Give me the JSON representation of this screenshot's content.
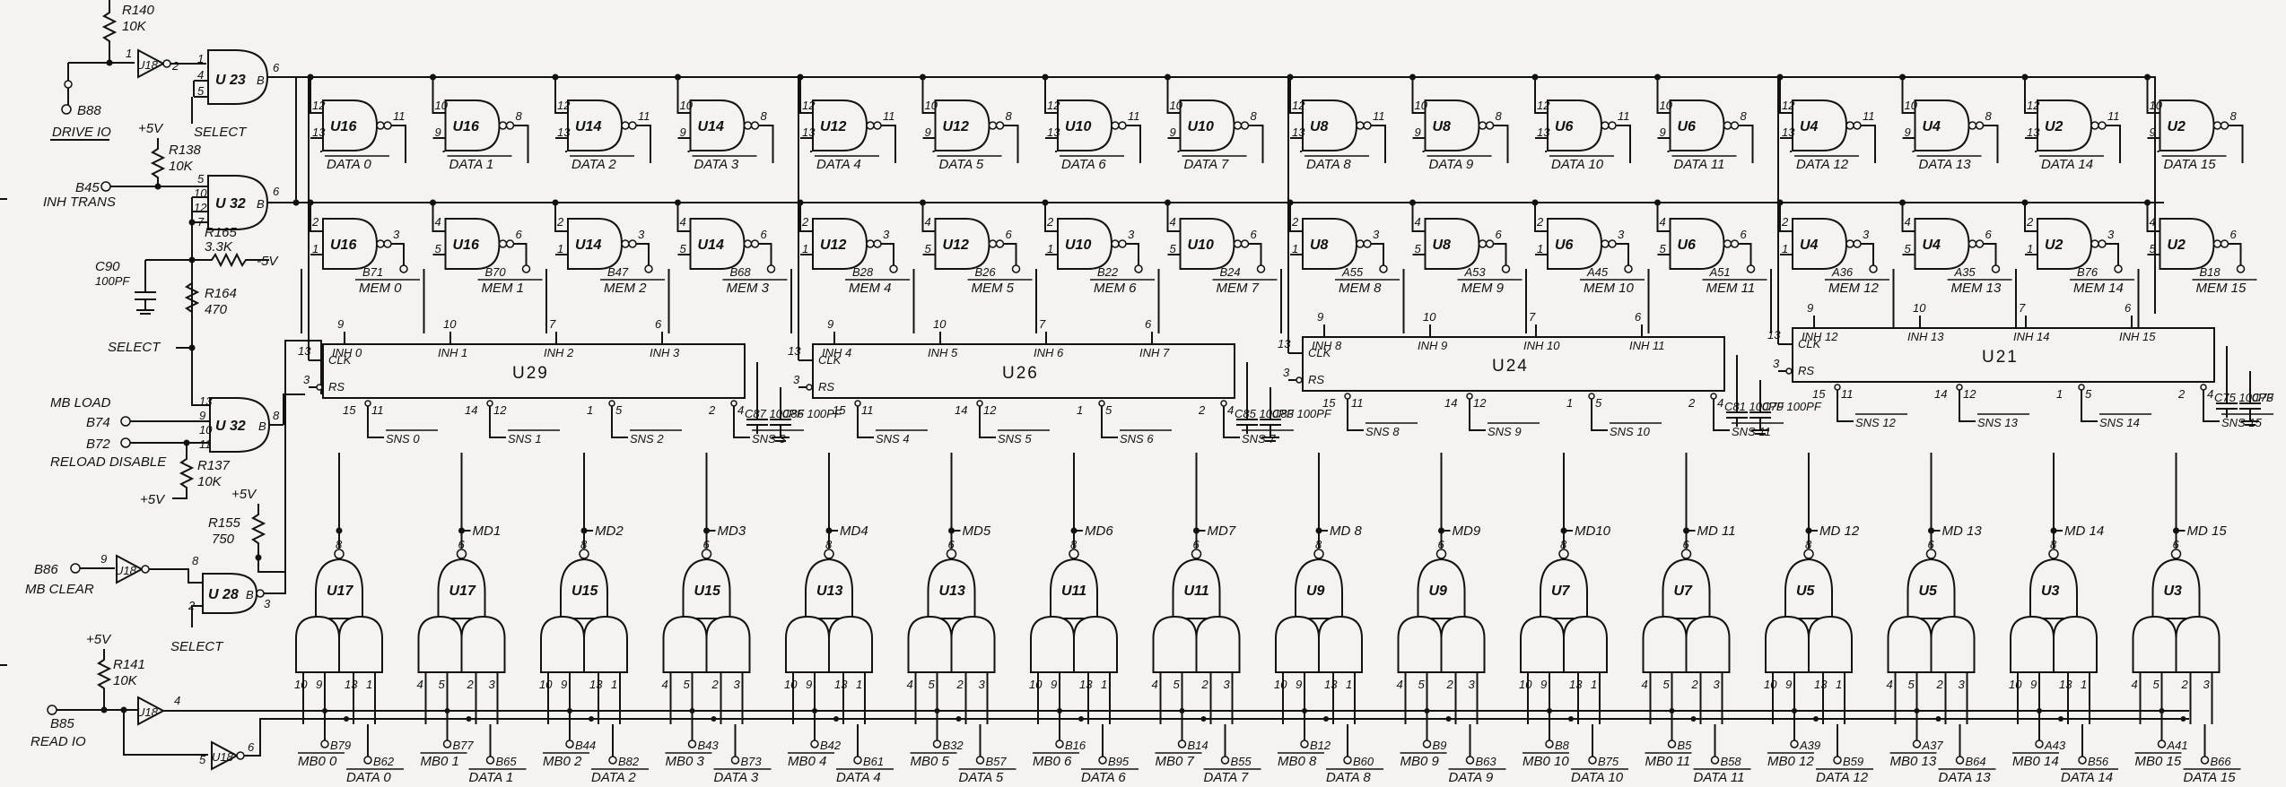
{
  "left": {
    "r140": [
      "R140",
      "10K"
    ],
    "b88": "B88",
    "drive_io": "DRIVE IO",
    "select_top": "SELECT",
    "plus5_a": "+5V",
    "r138": [
      "R138",
      "10K"
    ],
    "b45": "B45",
    "inh_trans": "INH TRANS",
    "u23": "U 23",
    "u32a": "U 32",
    "u32b": "U 32",
    "r165": [
      "R165",
      "3.3K",
      "-5V"
    ],
    "c90": [
      "C90",
      "100PF"
    ],
    "r164": [
      "R164",
      "470"
    ],
    "select_mid": "SELECT",
    "mb_load": "MB LOAD",
    "b74": "B74",
    "b72": "B72",
    "reload_disable": "RELOAD DISABLE",
    "r137": [
      "R137",
      "10K"
    ],
    "plus5_b": "+5V",
    "plus5_c": "+5V",
    "r155": [
      "R155",
      "750"
    ],
    "b86": "B86",
    "mb_clear": "MB CLEAR",
    "u18": "U18",
    "u28": "U 28",
    "select_bot": "SELECT",
    "plus5_d": "+5V",
    "r141": [
      "R141",
      "10K"
    ],
    "b85": "B85",
    "read_io": "READ IO"
  },
  "top_gates": [
    {
      "u": "U16",
      "data": "DATA 0",
      "mem": "MEM 0",
      "b": "B71"
    },
    {
      "u": "U16",
      "data": "DATA 1",
      "mem": "MEM 1",
      "b": "B70"
    },
    {
      "u": "U14",
      "data": "DATA 2",
      "mem": "MEM 2",
      "b": "B47"
    },
    {
      "u": "U14",
      "data": "DATA 3",
      "mem": "MEM 3",
      "b": "B68"
    },
    {
      "u": "U12",
      "data": "DATA 4",
      "mem": "MEM 4",
      "b": "B28"
    },
    {
      "u": "U12",
      "data": "DATA 5",
      "mem": "MEM 5",
      "b": "B26"
    },
    {
      "u": "U10",
      "data": "DATA 6",
      "mem": "MEM 6",
      "b": "B22"
    },
    {
      "u": "U10",
      "data": "DATA 7",
      "mem": "MEM 7",
      "b": "B24"
    },
    {
      "u": "U8",
      "data": "DATA 8",
      "mem": "MEM 8",
      "b": "A55"
    },
    {
      "u": "U8",
      "data": "DATA 9",
      "mem": "MEM 9",
      "b": "A53"
    },
    {
      "u": "U6",
      "data": "DATA 10",
      "mem": "MEM 10",
      "b": "A45"
    },
    {
      "u": "U6",
      "data": "DATA 11",
      "mem": "MEM 11",
      "b": "A51"
    },
    {
      "u": "U4",
      "data": "DATA 12",
      "mem": "MEM 12",
      "b": "A36"
    },
    {
      "u": "U4",
      "data": "DATA 13",
      "mem": "MEM 13",
      "b": "A35"
    },
    {
      "u": "U2",
      "data": "DATA 14",
      "mem": "MEM 14",
      "b": "B76"
    },
    {
      "u": "U2",
      "data": "DATA 15",
      "mem": "MEM 15",
      "b": "B18"
    }
  ],
  "registers": [
    {
      "u": "U29",
      "inh": [
        "INH 0",
        "INH 1",
        "INH 2",
        "INH 3"
      ],
      "sns": [
        "SNS 0",
        "SNS 1",
        "SNS 2",
        "SNS 3"
      ],
      "cap": [
        "C87 100PF",
        "C86 100PF"
      ]
    },
    {
      "u": "U26",
      "inh": [
        "INH 4",
        "INH 5",
        "INH 6",
        "INH 7"
      ],
      "sns": [
        "SNS 4",
        "SNS 5",
        "SNS 6",
        "SNS 7"
      ],
      "cap": [
        "C85 100PF",
        "C83 100PF"
      ]
    },
    {
      "u": "U24",
      "inh": [
        "INH 8",
        "INH 9",
        "INH 10",
        "INH 11"
      ],
      "sns": [
        "SNS 8",
        "SNS 9",
        "SNS 10",
        "SNS 11"
      ],
      "cap": [
        "C81 100PF",
        "C79 100PF"
      ]
    },
    {
      "u": "U21",
      "inh": [
        "INH 12",
        "INH 13",
        "INH 14",
        "INH 15"
      ],
      "sns": [
        "SNS 12",
        "SNS 13",
        "SNS 14",
        "SNS 15"
      ],
      "cap": [
        "C75 100PF",
        "C73"
      ]
    }
  ],
  "pin_labels": {
    "clk": "CLK",
    "rs": "RS"
  },
  "bottom_gates": [
    {
      "u": "U17",
      "md": "",
      "mb": "MB0 0",
      "mbpin": "B79",
      "data": "DATA 0",
      "dpin": "B62"
    },
    {
      "u": "U17",
      "md": "MD1",
      "mb": "MB0 1",
      "mbpin": "B77",
      "data": "DATA 1",
      "dpin": "B65"
    },
    {
      "u": "U15",
      "md": "MD2",
      "mb": "MB0 2",
      "mbpin": "B44",
      "data": "DATA 2",
      "dpin": "B82"
    },
    {
      "u": "U15",
      "md": "MD3",
      "mb": "MB0 3",
      "mbpin": "B43",
      "data": "DATA 3",
      "dpin": "B73"
    },
    {
      "u": "U13",
      "md": "MD4",
      "mb": "MB0 4",
      "mbpin": "B42",
      "data": "DATA 4",
      "dpin": "B61"
    },
    {
      "u": "U13",
      "md": "MD5",
      "mb": "MB0 5",
      "mbpin": "B32",
      "data": "DATA 5",
      "dpin": "B57"
    },
    {
      "u": "U11",
      "md": "MD6",
      "mb": "MB0 6",
      "mbpin": "B16",
      "data": "DATA 6",
      "dpin": "B95"
    },
    {
      "u": "U11",
      "md": "MD7",
      "mb": "MB0 7",
      "mbpin": "B14",
      "data": "DATA 7",
      "dpin": "B55"
    },
    {
      "u": "U9",
      "md": "MD 8",
      "mb": "MB0 8",
      "mbpin": "B12",
      "data": "DATA 8",
      "dpin": "B60"
    },
    {
      "u": "U9",
      "md": "MD9",
      "mb": "MB0 9",
      "mbpin": "B9",
      "data": "DATA 9",
      "dpin": "B63"
    },
    {
      "u": "U7",
      "md": "MD10",
      "mb": "MB0 10",
      "mbpin": "B8",
      "data": "DATA 10",
      "dpin": "B75"
    },
    {
      "u": "U7",
      "md": "MD 11",
      "mb": "MB0 11",
      "mbpin": "B5",
      "data": "DATA 11",
      "dpin": "B58"
    },
    {
      "u": "U5",
      "md": "MD 12",
      "mb": "MB0 12",
      "mbpin": "A39",
      "data": "DATA 12",
      "dpin": "B59"
    },
    {
      "u": "U5",
      "md": "MD 13",
      "mb": "MB0 13",
      "mbpin": "A37",
      "data": "DATA 13",
      "dpin": "B64"
    },
    {
      "u": "U3",
      "md": "MD 14",
      "mb": "MB0 14",
      "mbpin": "A43",
      "data": "DATA 14",
      "dpin": "B56"
    },
    {
      "u": "U3",
      "md": "MD 15",
      "mb": "MB0 15",
      "mbpin": "A41",
      "data": "DATA 15",
      "dpin": "B66"
    }
  ]
}
